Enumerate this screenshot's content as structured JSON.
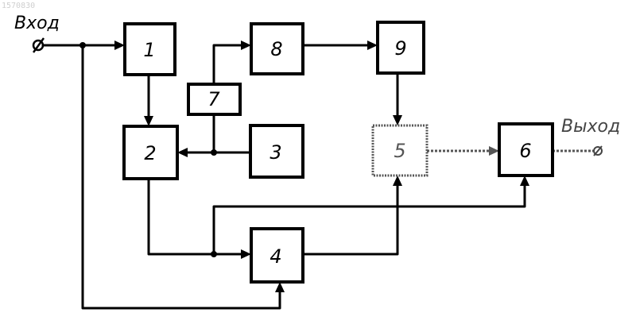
{
  "document_id": "1570830",
  "input_label": "Вход",
  "output_label": "Выход",
  "blocks": [
    {
      "id": "1",
      "label": "1"
    },
    {
      "id": "2",
      "label": "2"
    },
    {
      "id": "3",
      "label": "3"
    },
    {
      "id": "4",
      "label": "4"
    },
    {
      "id": "5",
      "label": "5"
    },
    {
      "id": "6",
      "label": "6"
    },
    {
      "id": "7",
      "label": "7"
    },
    {
      "id": "8",
      "label": "8"
    },
    {
      "id": "9",
      "label": "9"
    }
  ],
  "colors": {
    "ink": "#000000",
    "faint_ink": "#555555",
    "background": "#ffffff"
  }
}
